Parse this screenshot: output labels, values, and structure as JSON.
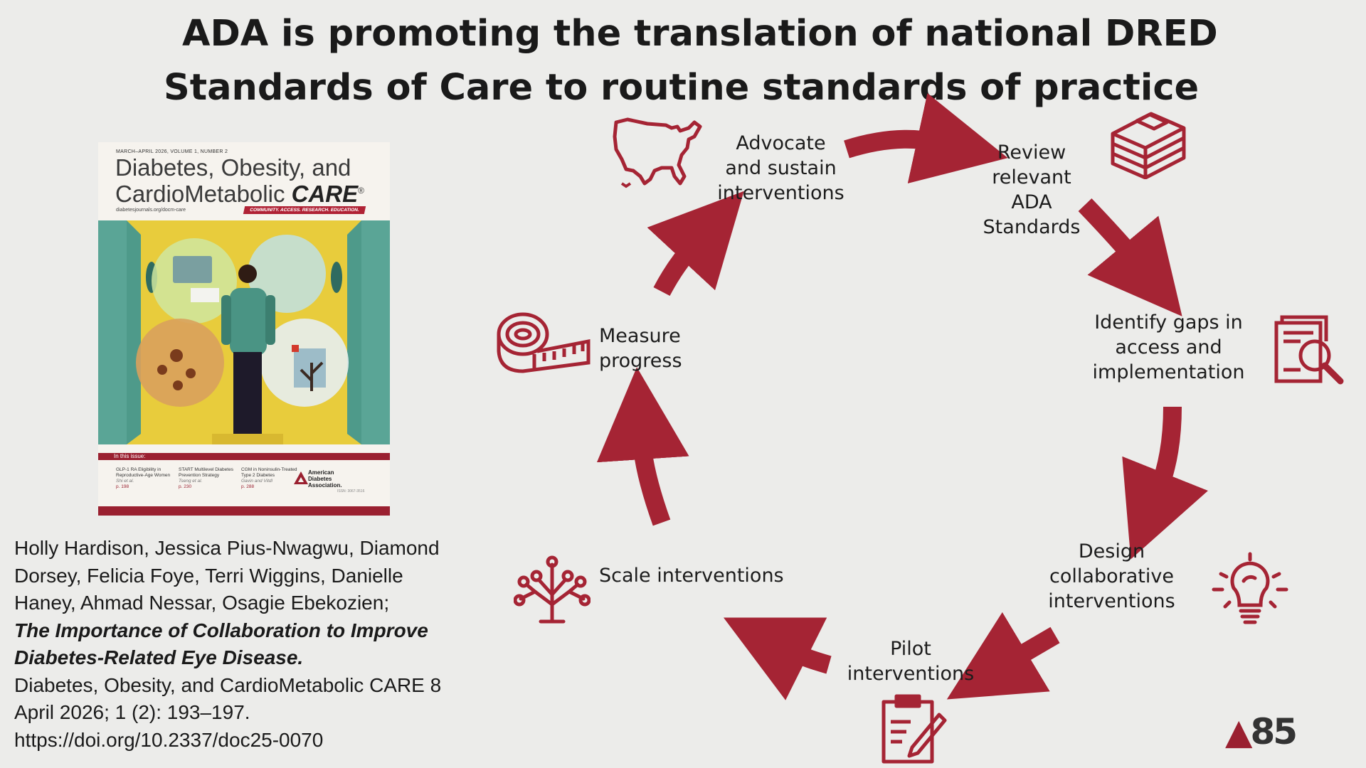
{
  "title": {
    "line1": "ADA is promoting the translation of national DRED",
    "line2": "Standards of Care to routine standards of practice"
  },
  "cover": {
    "meta": "MARCH–APRIL 2026, VOLUME 1, NUMBER 2",
    "journal_line1": "Diabetes, Obesity, and",
    "journal_line2a": "CardioMetabolic ",
    "journal_line2b": "CARE",
    "registered": "®",
    "url": "diabetesjournals.org/docm-care",
    "strap": "COMMUNITY. ACCESS. RESEARCH. EDUCATION.",
    "in_this_issue": "In this issue:",
    "articles": [
      {
        "title": "GLP-1 RA Eligibility in Reproductive-Age Women",
        "authors": "Shi et al.",
        "page": "p. 198"
      },
      {
        "title": "START Multilevel Diabetes Prevention Strategy",
        "authors": "Tseng et al.",
        "page": "p. 230"
      },
      {
        "title": "CGM in Noninsulin-Treated Type 2 Diabetes",
        "authors": "Gavin and Vitdl",
        "page": "p. 288"
      }
    ],
    "publisher": "American Diabetes Association.",
    "issn": "ISSN: 3067-3516"
  },
  "citation": {
    "authors_line1": "Holly Hardison, Jessica Pius-Nwagwu, Diamond",
    "authors_line2": "Dorsey, Felicia Foye, Terri Wiggins, Danielle",
    "authors_line3": "Haney, Ahmad Nessar, Osagie Ebekozien;",
    "title_line1": "The Importance of Collaboration to Improve",
    "title_line2": "Diabetes-Related Eye Disease.",
    "journal_line": "Diabetes, Obesity, and CardioMetabolic CARE 8",
    "date_line": "April 2026; 1 (2): 193–197.",
    "doi": "https://doi.org/10.2337/doc25-0070"
  },
  "cycle": {
    "accent": "#a52434",
    "steps": [
      {
        "label": "Review\nrelevant\nADA\nStandards",
        "icon": "stacked-books-icon"
      },
      {
        "label": "Identify gaps in\naccess and\nimplementation",
        "icon": "document-magnifier-icon"
      },
      {
        "label": "Design\ncollaborative\ninterventions",
        "icon": "lightbulb-icon"
      },
      {
        "label": "Pilot\ninterventions",
        "icon": "clipboard-pencil-icon"
      },
      {
        "label": "Scale interventions",
        "icon": "branching-tree-icon"
      },
      {
        "label": "Measure\nprogress",
        "icon": "measuring-tape-icon"
      },
      {
        "label": "Advocate\nand sustain\ninterventions",
        "icon": "us-map-icon"
      }
    ]
  },
  "logo": {
    "text": "85"
  }
}
